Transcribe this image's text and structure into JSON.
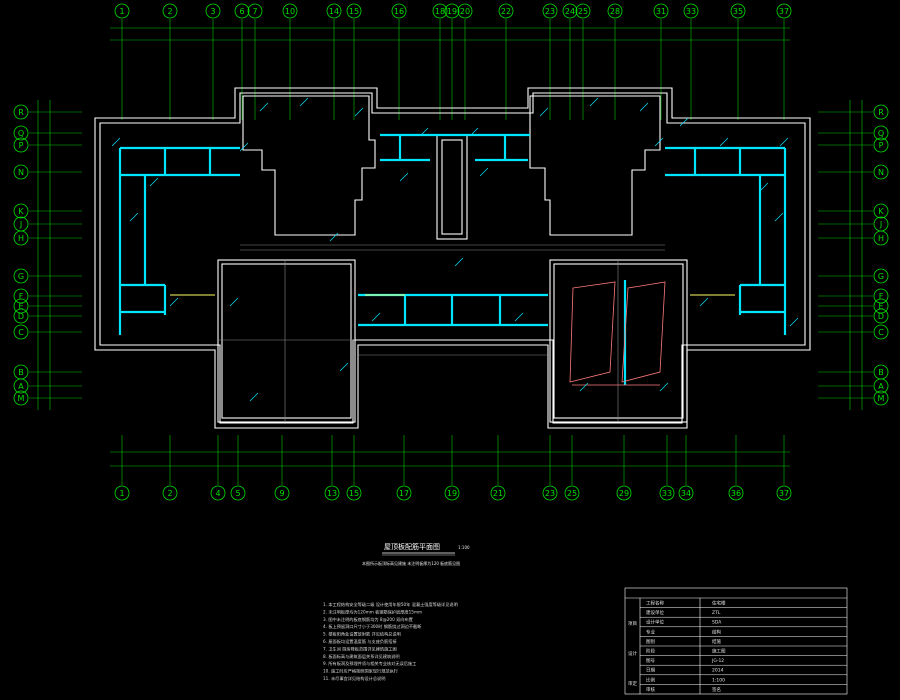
{
  "colors": {
    "background": "#000000",
    "axis_green": "#00e000",
    "wall_white": "#ffffff",
    "wall_cyan": "#00e5ff",
    "dim_grey": "#bfbfbf",
    "accent_yellow": "#ffff66",
    "pink": "#ff7a7a"
  },
  "axes": {
    "top_labels": [
      "1",
      "2",
      "3",
      "6",
      "7",
      "10",
      "14",
      "15",
      "16",
      "18",
      "19",
      "20",
      "22",
      "23",
      "24",
      "25",
      "28",
      "31",
      "33",
      "35",
      "37"
    ],
    "bottom_labels": [
      "1",
      "2",
      "4",
      "5",
      "9",
      "13",
      "15",
      "17",
      "19",
      "21",
      "23",
      "25",
      "29",
      "33",
      "34",
      "36",
      "37"
    ],
    "left_labels": [
      "R",
      "Q",
      "P",
      "N",
      "K",
      "J",
      "H",
      "G",
      "F",
      "E",
      "D",
      "C",
      "B",
      "A",
      "M"
    ],
    "right_labels": [
      "R",
      "Q",
      "P",
      "N",
      "K",
      "J",
      "H",
      "G",
      "F",
      "E",
      "D",
      "C",
      "B",
      "A",
      "M"
    ]
  },
  "title_block": {
    "drawing_title": "屋顶板配筋平面图",
    "scale": "1:100",
    "subtitle": "本图所示板顶标高见建施 未注明板厚为120 板底筋见图",
    "rows": [
      {
        "label": "工程名称",
        "value": "住宅楼"
      },
      {
        "label": "建设单位",
        "value": "ZTL"
      },
      {
        "label": "设计单位",
        "value": "SDA"
      },
      {
        "label": "专业",
        "value": "结构"
      },
      {
        "label": "图别",
        "value": "结施"
      },
      {
        "label": "阶段",
        "value": "施工图"
      },
      {
        "label": "图号",
        "value": "JG-12"
      },
      {
        "label": "日期",
        "value": "2014"
      },
      {
        "label": "比例",
        "value": "1:100"
      },
      {
        "label": "审核",
        "value": "签名"
      }
    ],
    "side_labels": [
      "项目",
      "设计",
      "审定"
    ]
  },
  "notes": [
    "1. 本工程结构安全等级二级 设计使用年限50年 混凝土强度等级详见说明",
    "2. 未注明板厚均为120mm 板钢筋保护层厚度15mm",
    "3. 图中未注明的板底钢筋均为 8@200 双向布置",
    "4. 板上预留洞口尺寸小于300时 钢筋绕过洞边不截断",
    "5. 楼板阳角处设置放射筋 详见结构总说明",
    "6. 屋面板均设置温度筋 与支座负筋搭接",
    "7. 卫生间 厨房降板范围详见建筑施工图",
    "8. 板面标高与建筑面层关系详见建筑说明",
    "9. 所有板洞及预埋件须与相关专业核对无误后施工",
    "10. 施工时应严格按照国家现行规范执行",
    "11. 未尽事宜详见结构设计总说明"
  ]
}
